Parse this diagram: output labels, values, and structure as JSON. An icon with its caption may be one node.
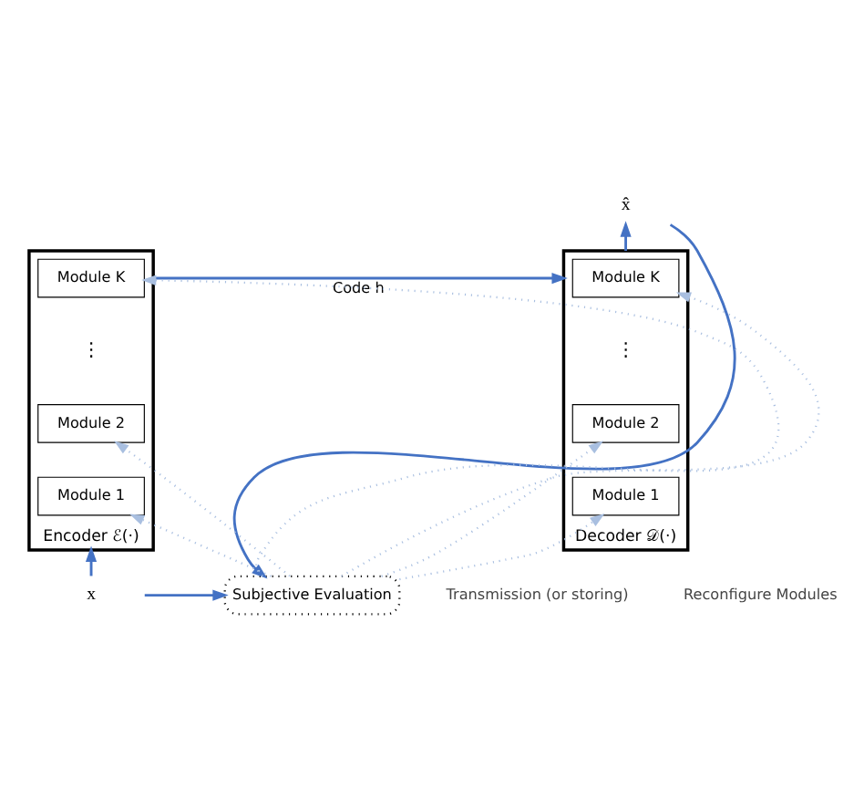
{
  "diagram": {
    "nodes": [
      {
        "text": [
          "Encoder ℰ(·)"
        ]
      },
      {
        "text": [
          "Module K"
        ],
        "in": 0
      },
      {
        "text": [
          "Module 2"
        ],
        "in": 0
      },
      {
        "text": [
          "Module 1"
        ],
        "in": 0
      },
      {
        "text": [
          "Decoder 𝒟(·)"
        ]
      },
      {
        "text": [
          "Module K"
        ],
        "in": 4
      },
      {
        "text": [
          "Module 2"
        ],
        "in": 4
      },
      {
        "text": [
          "Module 1"
        ],
        "in": 4
      },
      {
        "text": [
          "x"
        ]
      },
      {
        "text": [
          "x̂"
        ]
      },
      {
        "text": [
          "Subjective Evaluation"
        ]
      }
    ],
    "edges": [
      {
        "from": 8,
        "to": 0,
        "arrow": "to",
        "color": "#4472c4"
      },
      {
        "from": 8,
        "to": 10,
        "arrow": "to",
        "color": "#4472c4"
      },
      {
        "from": 0,
        "to": 4,
        "arrow": "to",
        "label": "Code h",
        "color": "#4472c4"
      },
      {
        "from": 4,
        "to": 9,
        "arrow": "to",
        "color": "#4472c4"
      },
      {
        "from": 9,
        "to": 10,
        "arrow": "to",
        "color": "#4472c4"
      },
      {
        "from": 10,
        "to": 1,
        "arrow": "to",
        "style": "dashed",
        "color": "#a9bfe0"
      },
      {
        "from": 10,
        "to": 2,
        "arrow": "to",
        "style": "dashed",
        "color": "#a9bfe0"
      },
      {
        "from": 10,
        "to": 3,
        "arrow": "to",
        "style": "dashed",
        "color": "#a9bfe0"
      },
      {
        "from": 10,
        "to": 5,
        "arrow": "to",
        "style": "dashed",
        "color": "#a9bfe0"
      },
      {
        "from": 10,
        "to": 6,
        "arrow": "to",
        "style": "dashed",
        "color": "#a9bfe0"
      },
      {
        "from": 10,
        "to": 7,
        "arrow": "to",
        "style": "dashed",
        "color": "#a9bfe0"
      }
    ],
    "labels": [
      "Transmission (or storing)",
      "⋮",
      "⋮",
      "Reconfigure Modules"
    ]
  }
}
